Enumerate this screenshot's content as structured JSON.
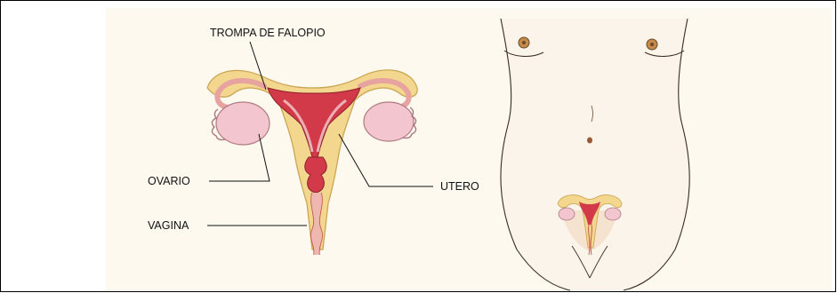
{
  "labels": {
    "fallopian_tube": "TROMPA DE FALOPIO",
    "ovary": "OVARIO",
    "uterus": "UTERO",
    "vagina": "VAGINA"
  },
  "colors": {
    "panel": "#fdf9ef",
    "tube_outer": "#f4d78e",
    "tube_inner": "#e6a3a0",
    "uterus_cavity": "#d23a4a",
    "ovary": "#f3c6cf",
    "skin": "#fbf4ea",
    "outline": "#3a2c20",
    "nipple": "#c58a4a",
    "leader": "#111111"
  }
}
